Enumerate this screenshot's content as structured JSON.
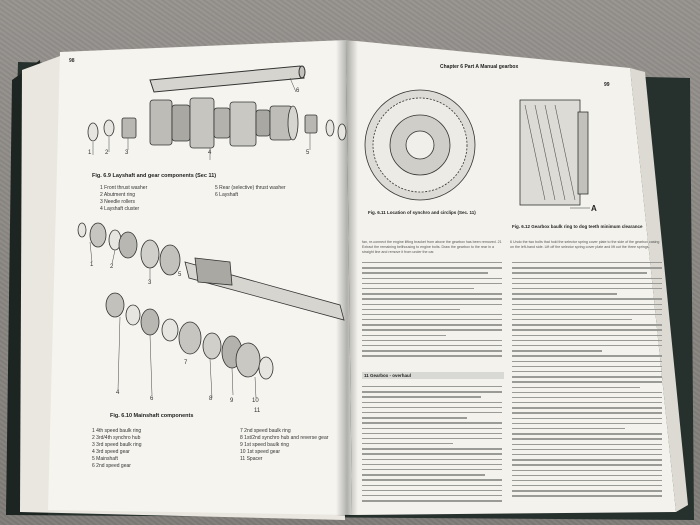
{
  "left_page": {
    "page_number": "98",
    "fig_top_caption": "Fig. 6.9 Layshaft and gear components (Sec 11)",
    "fig_top_legend": [
      "1  Front thrust washer",
      "2  Abutment ring",
      "3  Needle rollers",
      "4  Layshaft cluster",
      "5  Rear (selective) thrust washer",
      "6  Layshaft"
    ],
    "fig_top_numbers": [
      "1",
      "2",
      "3",
      "4",
      "5",
      "6"
    ],
    "fig_bottom_caption": "Fig. 6.10 Mainshaft components",
    "fig_bottom_numbers": [
      "1",
      "2",
      "3",
      "4",
      "5",
      "6",
      "7",
      "8",
      "9",
      "10",
      "11"
    ],
    "fig_bottom_legend_left": [
      "1  4th speed baulk ring",
      "2  3rd/4th synchro hub",
      "3  3rd speed baulk ring",
      "4  3rd speed gear",
      "5  Mainshaft",
      "6  2nd speed gear"
    ],
    "fig_bottom_legend_right": [
      "7  2nd speed baulk ring",
      "8  1st/2nd synchro hub and reverse gear",
      "9  1st speed baulk ring",
      "10  1st speed gear",
      "11  Spacer"
    ]
  },
  "right_page": {
    "page_number": "99",
    "header": "Chapter 6 Part A  Manual gearbox",
    "fig_left_caption": "Fig. 6.11 Location of synchro and circlips (Sec. 11)",
    "fig_right_caption": "Fig. 6.12 Gearbox baulk ring to dog teeth minimum clearance",
    "fig_right_label": "A",
    "section_title": "11  Gearbox - overhaul",
    "col1_text": "fan, re-connect the engine lifting bracket from above the gearbox has been removed. 21 Extract the remaining bellhousing to engine bolts. Draw the gearbox to the rear in a straight line and remove it from under the car.",
    "col2_text": "6 Undo the two bolts that hold the selector spring cover plate to the side of the gearbox casing on the left-hand side. Lift off the selector spring cover plate and lift out the three springs."
  }
}
